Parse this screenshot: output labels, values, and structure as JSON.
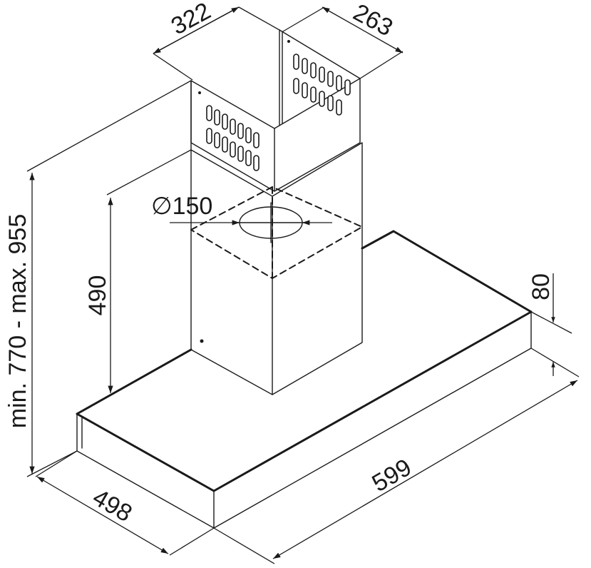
{
  "dimensions": {
    "chimney_width": "322",
    "chimney_depth": "263",
    "total_height": "min. 770 - max. 955",
    "lower_chimney_height": "490",
    "duct_diameter": "∅150",
    "canopy_thickness": "80",
    "canopy_width": "599",
    "canopy_depth": "498"
  },
  "colors": {
    "line": "#1a1a1a",
    "background": "#ffffff"
  }
}
